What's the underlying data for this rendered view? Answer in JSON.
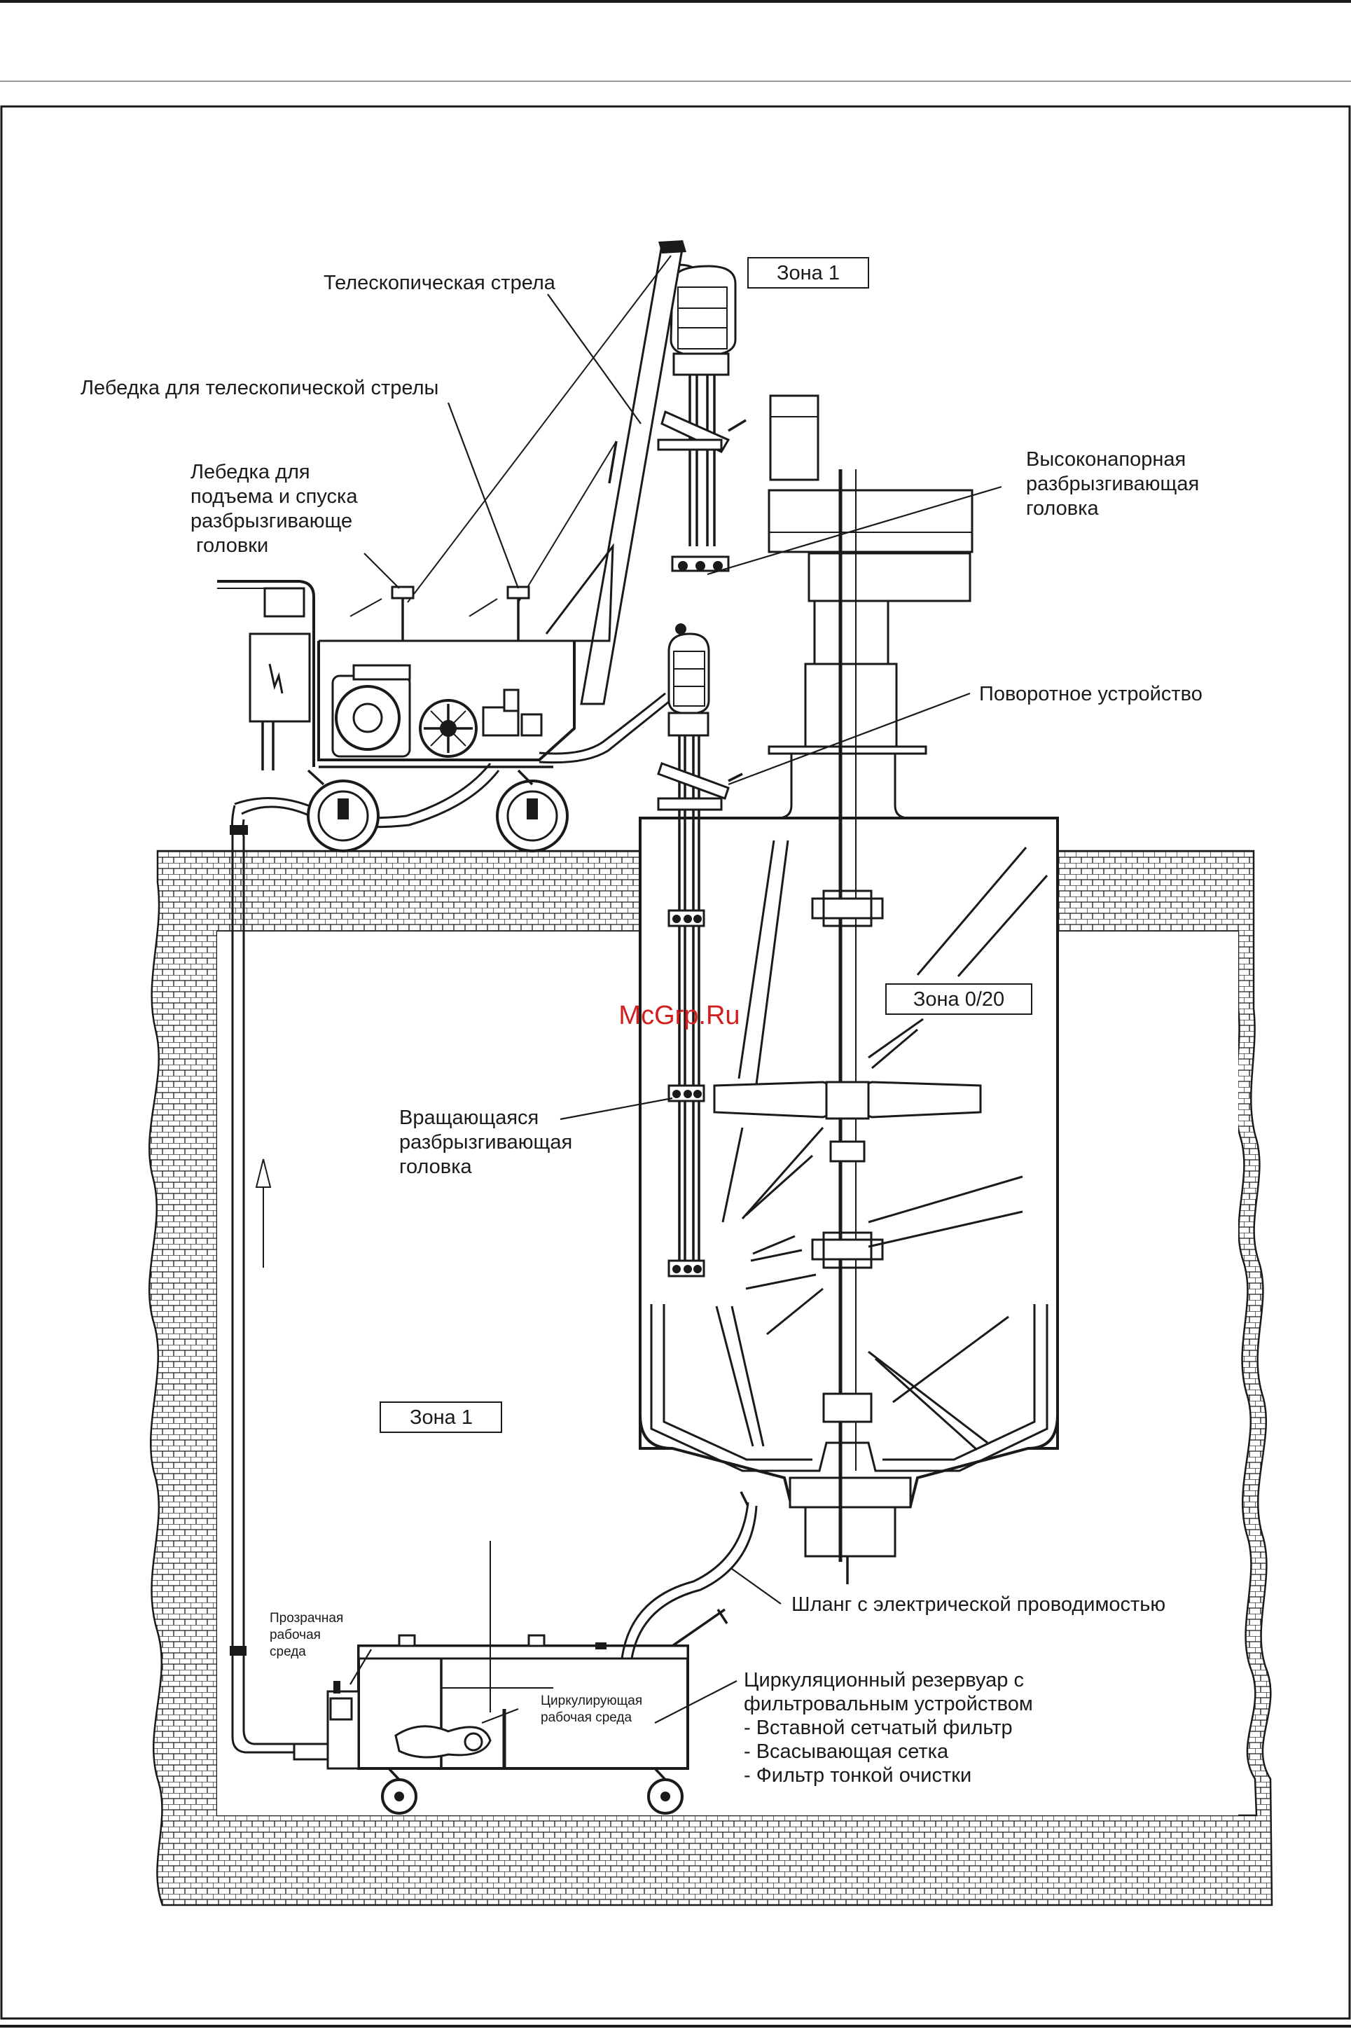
{
  "watermark": "McGrp.Ru",
  "zones": {
    "top_right": "Зона 1",
    "tank": "Зона 0/20",
    "floor": "Зона 1"
  },
  "labels": {
    "boom": "Телескопическая стрела",
    "boom_winch": "Лебедка для телескопической стрелы",
    "lift_winch": [
      "Лебедка для",
      "подъема и спуска",
      "разбрызгивающе",
      " головки"
    ],
    "high_pressure_head": [
      "Высоконапорная",
      "разбрызгивающая",
      "головка"
    ],
    "rotary_device": "Поворотное устройство",
    "rotating_head": [
      "Вращающаяся",
      "разбрызгивающая",
      "головка"
    ],
    "hose": "Шланг с электрической проводимостью",
    "clear_medium": [
      "Прозрачная",
      "рабочая",
      "среда"
    ],
    "circulating_medium": [
      "Циркулирующая",
      "рабочая среда"
    ],
    "reservoir": [
      "Циркуляционный резервуар с",
      "фильтровальным устройством",
      "- Вставной сетчатый фильтр",
      "- Всасывающая сетка",
      "- Фильтр тонкой очистки"
    ]
  }
}
